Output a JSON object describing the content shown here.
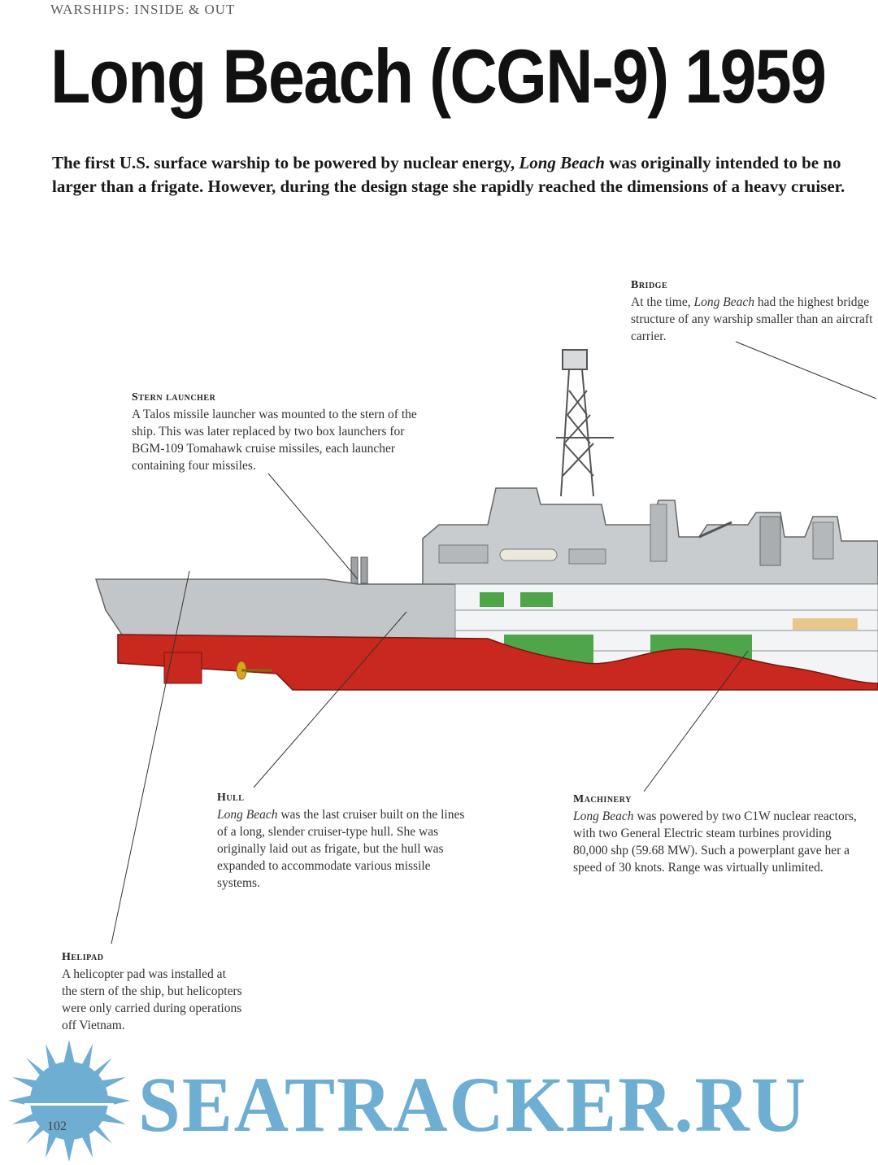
{
  "header": {
    "running_head": "Warships: Inside & Out"
  },
  "title": "Long Beach (CGN-9) 1959",
  "intro": {
    "before": "The first U.S. surface warship to be powered by nuclear energy,",
    "ship_name": "Long Beach",
    "after": "was originally intended to be no larger than a frigate. However, during the design stage she rapidly reached the dimensions of a heavy cruiser."
  },
  "callouts": {
    "bridge": {
      "heading": "Bridge",
      "text_before": "At the time,",
      "ship_name": "Long Beach",
      "text_after": "had the highest bridge structure of any warship smaller than an aircraft carrier."
    },
    "stern_launcher": {
      "heading": "Stern launcher",
      "text": "A Talos missile launcher was mounted to the stern of the ship. This was later replaced by two box launchers for BGM-109 Tomahawk cruise missiles, each launcher containing four missiles."
    },
    "hull": {
      "heading": "Hull",
      "ship_name": "Long Beach",
      "text_after": "was the last cruiser built on the lines of a long, slender cruiser-type hull. She was originally laid out as frigate, but the hull was expanded to accommodate various missile systems."
    },
    "machinery": {
      "heading": "Machinery",
      "ship_name": "Long Beach",
      "text_after": "was powered by two C1W nuclear reactors, with two General Electric steam turbines providing 80,000 shp (59.68 MW). Such a powerplant gave her a speed of 30 knots. Range was virtually unlimited."
    },
    "helipad": {
      "heading": "Helipad",
      "text": "A helicopter pad was installed at the stern of the ship, but helicopters were only carried during operations off Vietnam."
    }
  },
  "footer": {
    "page_number": "102",
    "watermark": "SEATRACKER.RU"
  },
  "colors": {
    "hull_red": "#c8281e",
    "superstructure_grey": "#c9ccce",
    "machinery_green": "#4fa64a",
    "watermark_blue": "#6eaed2"
  }
}
